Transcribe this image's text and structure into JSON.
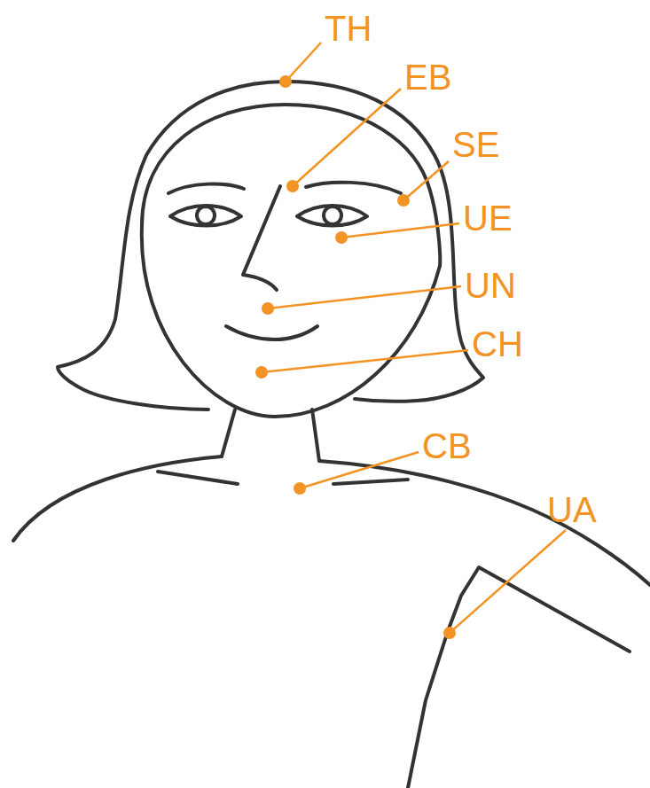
{
  "diagram": {
    "labels": [
      "TH",
      "EB",
      "SE",
      "UE",
      "UN",
      "CH",
      "CB",
      "UA"
    ]
  }
}
